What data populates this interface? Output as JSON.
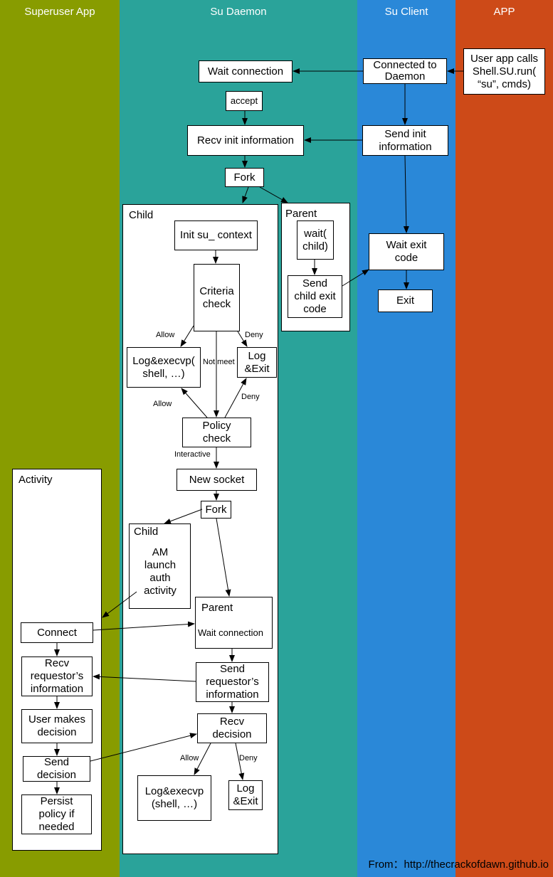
{
  "lanes": {
    "superuser": {
      "title": "Superuser App",
      "color": "#889c00"
    },
    "daemon": {
      "title": "Su Daemon",
      "color": "#2aa39a"
    },
    "client": {
      "title": "Su Client",
      "color": "#2a88d8"
    },
    "app": {
      "title": "APP",
      "color": "#cd4a18"
    }
  },
  "containers": {
    "child": "Child",
    "parent": "Parent",
    "activity": "Activity",
    "child2": "Child",
    "parent2": "Parent"
  },
  "nodes": {
    "user_app_calls": "User app calls\nShell.SU.run(\n“su”, cmds)",
    "connected_to_daemon": "Connected to\nDaemon",
    "wait_connection": "Wait connection",
    "accept": "accept",
    "recv_init": "Recv init information",
    "send_init": "Send init\ninformation",
    "fork": "Fork",
    "init_su_context": "Init su_ context",
    "wait_child": "wait(\nchild)",
    "send_child_exit": "Send\nchild exit\ncode",
    "wait_exit_code": "Wait exit\ncode",
    "exit": "Exit",
    "criteria_check": "Criteria\ncheck",
    "log_execvp_1": "Log&execvp(\nshell, …)",
    "log_exit_1": "Log\n&Exit",
    "policy_check": "Policy\ncheck",
    "new_socket": "New socket",
    "fork2": "Fork",
    "am_launch": "AM\nlaunch\nauth\nactivity",
    "wait_connection2": "Wait connection",
    "connect": "Connect",
    "recv_requestor": "Recv\nrequestor’s\ninformation",
    "send_requestor": "Send\nrequestor’s\ninformation",
    "user_makes_decision": "User makes\ndecision",
    "recv_decision": "Recv\ndecision",
    "send_decision": "Send\ndecision",
    "persist_policy": "Persist\npolicy if\nneeded",
    "log_execvp_2": "Log&execvp\n(shell, …)",
    "log_exit_2": "Log\n&Exit"
  },
  "edge_labels": {
    "allow_1": "Allow",
    "deny_1": "Deny",
    "not_meet": "Not meet",
    "allow_2": "Allow",
    "deny_2": "Deny",
    "interactive": "Interactive",
    "allow_3": "Allow",
    "deny_3": "Deny"
  },
  "footer": "From：http://thecrackofdawn.github.io"
}
